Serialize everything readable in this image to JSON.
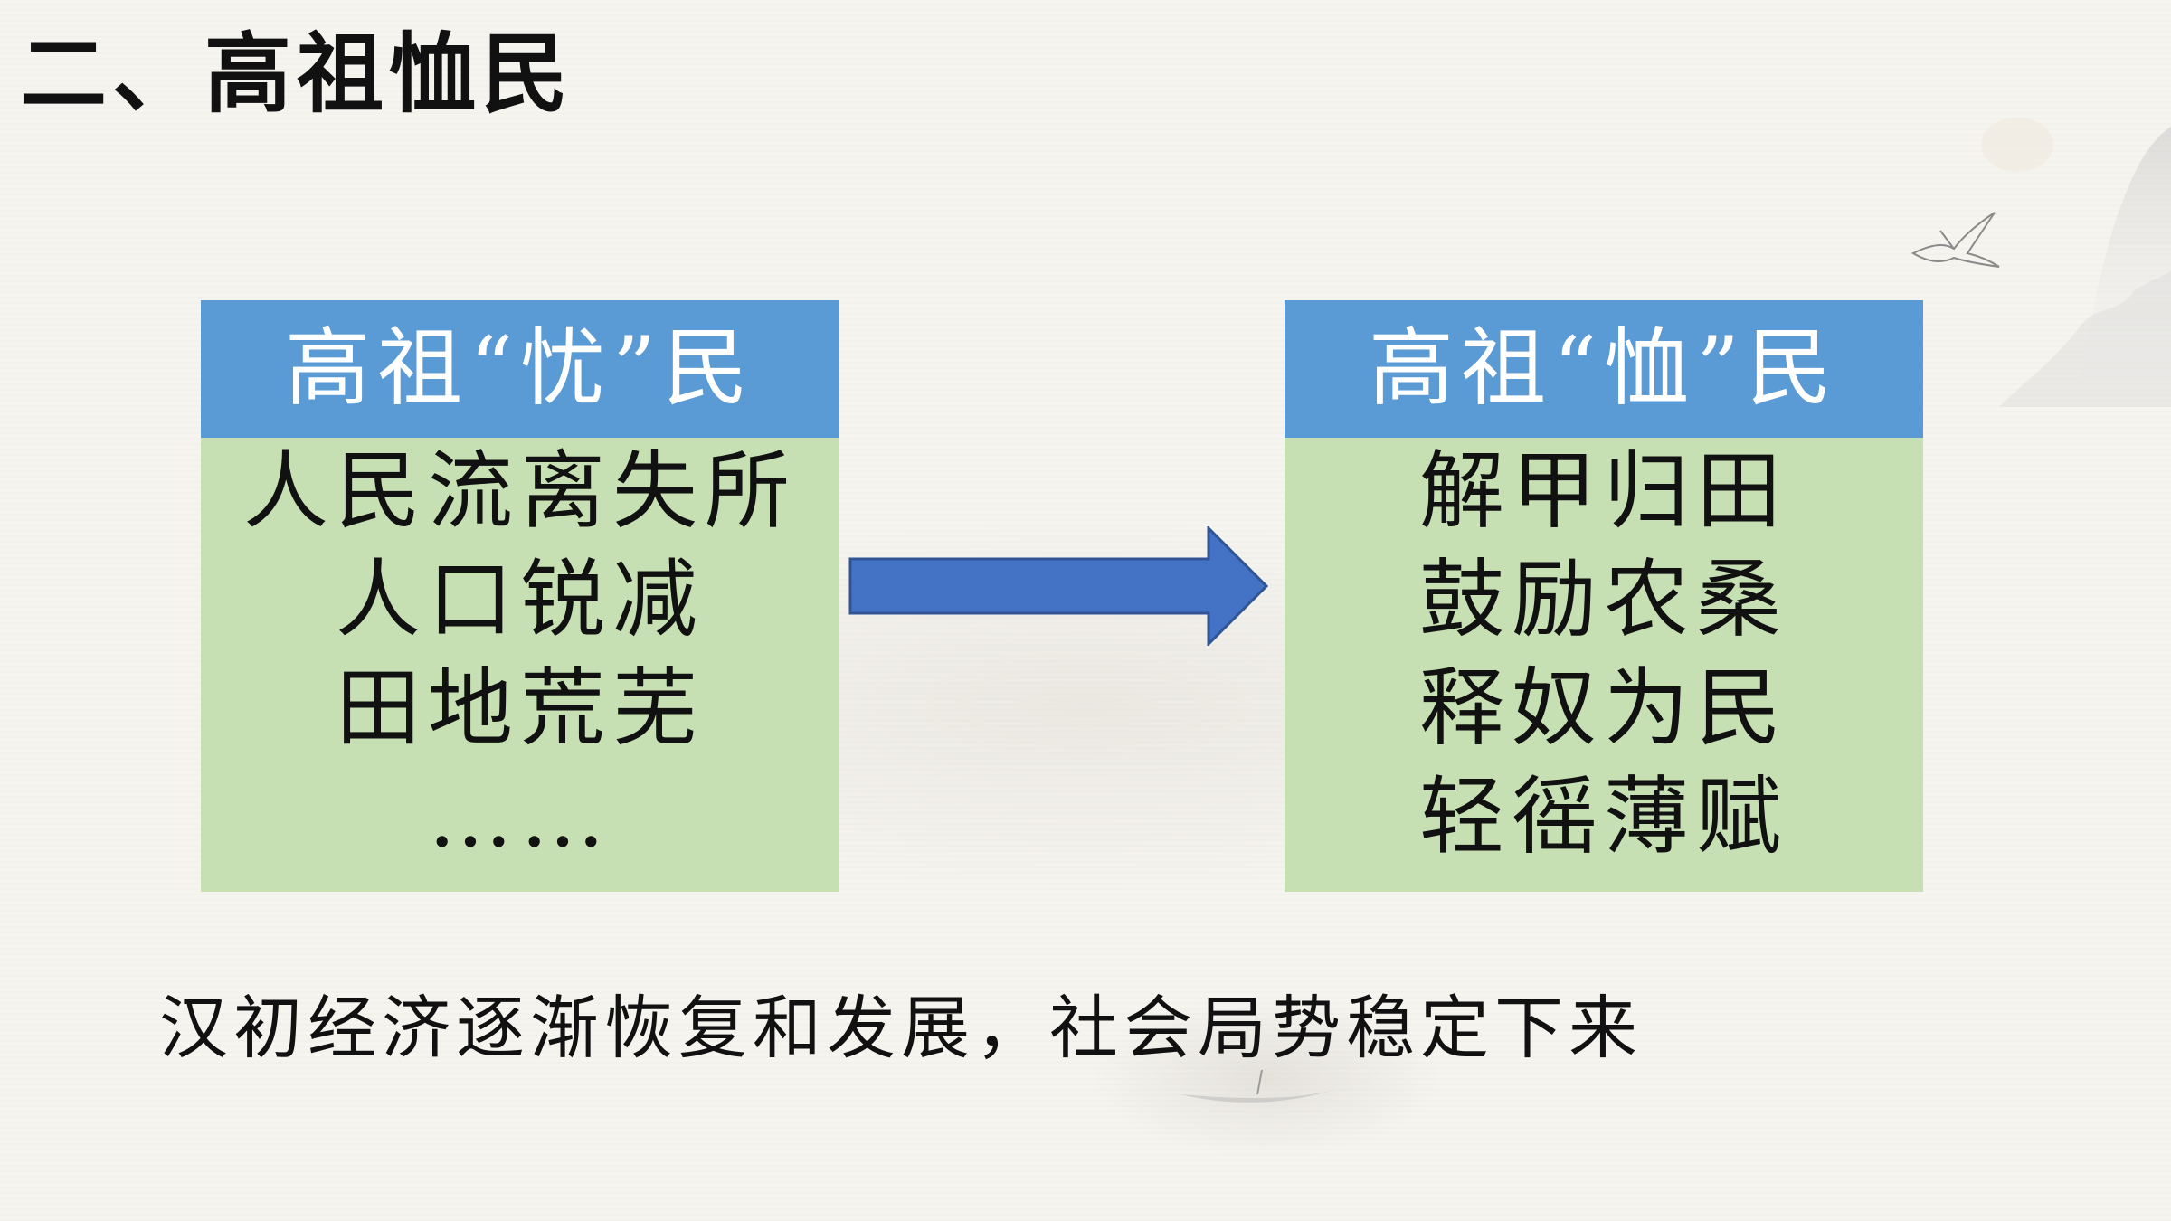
{
  "slide": {
    "title": "二、高祖恤民"
  },
  "left_box": {
    "header": "高祖“忧”民",
    "items": [
      "人民流离失所",
      "人口锐减",
      "田地荒芜",
      "……"
    ]
  },
  "right_box": {
    "header": "高祖“恤”民",
    "items": [
      "解甲归田",
      "鼓励农桑",
      "释奴为民",
      "轻徭薄赋"
    ]
  },
  "conclusion": "汉初经济逐渐恢复和发展，社会局势稳定下来",
  "colors": {
    "header_blue": "#5b9bd5",
    "body_green": "#c6e0b4",
    "arrow_blue": "#4472c4",
    "background": "#f6f4ef"
  },
  "icons": {
    "arrow": "right-arrow-icon",
    "decor": [
      "mountain-ink-icon",
      "crane-icon",
      "boat-icon"
    ]
  }
}
